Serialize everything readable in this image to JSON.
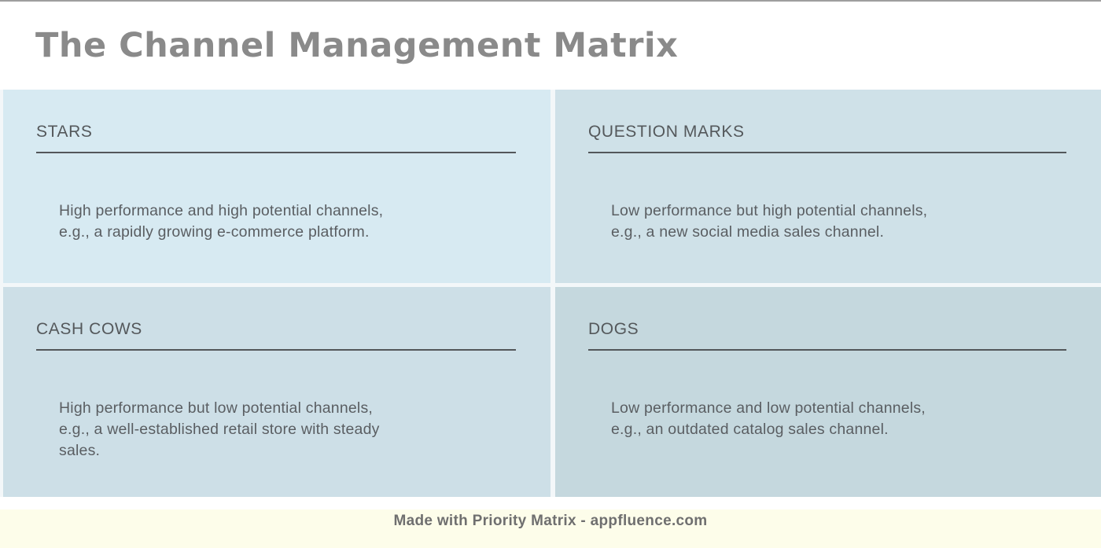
{
  "title": "The Channel Management Matrix",
  "quadrants": [
    {
      "id": "stars",
      "label": "STARS",
      "description": "High performance and high potential channels,\ne.g., a rapidly growing e-commerce platform."
    },
    {
      "id": "question-marks",
      "label": "QUESTION MARKS",
      "description": "Low performance but high potential channels,\ne.g., a new social media sales channel."
    },
    {
      "id": "cash-cows",
      "label": "CASH COWS",
      "description": "High performance but low potential channels,\ne.g., a well-established retail store with steady\nsales."
    },
    {
      "id": "dogs",
      "label": "DOGS",
      "description": "Low performance and low potential channels,\ne.g., an outdated catalog sales channel."
    }
  ],
  "footer": {
    "text": "Made with Priority Matrix - appfluence.com"
  },
  "colors": {
    "title_text": "#8a8a8a",
    "top_border": "#9e9e9e",
    "stars_bg": "#d7eaf2",
    "question_marks_bg": "#cfe1e8",
    "cash_cows_bg": "#cddfe7",
    "dogs_bg": "#c5d8de",
    "heading_text": "#54585b",
    "heading_underline": "#53575a",
    "body_text": "#5a5e62",
    "footer_bg": "#fdfdea",
    "footer_text": "#6f6f6f"
  }
}
